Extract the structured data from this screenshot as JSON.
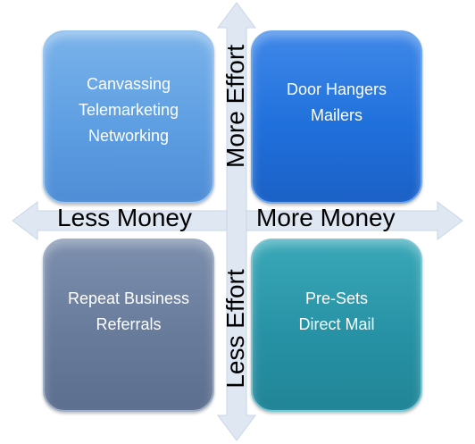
{
  "quadrants": {
    "top_left": {
      "lines": [
        "Canvassing",
        "Telemarketing",
        "Networking"
      ],
      "color": "#5e9ee2"
    },
    "top_right": {
      "lines": [
        "Door Hangers",
        "Mailers"
      ],
      "color": "#2070dc"
    },
    "bottom_left": {
      "lines": [
        "Repeat Business",
        "Referrals"
      ],
      "color": "#687b9b"
    },
    "bottom_right": {
      "lines": [
        "Pre-Sets",
        "Direct Mail"
      ],
      "color": "#2792a5"
    }
  },
  "axes": {
    "left": "Less Money",
    "right": "More Money",
    "top": "More Effort",
    "bottom": "Less Effort",
    "arrow_color": "#dde6f1"
  }
}
